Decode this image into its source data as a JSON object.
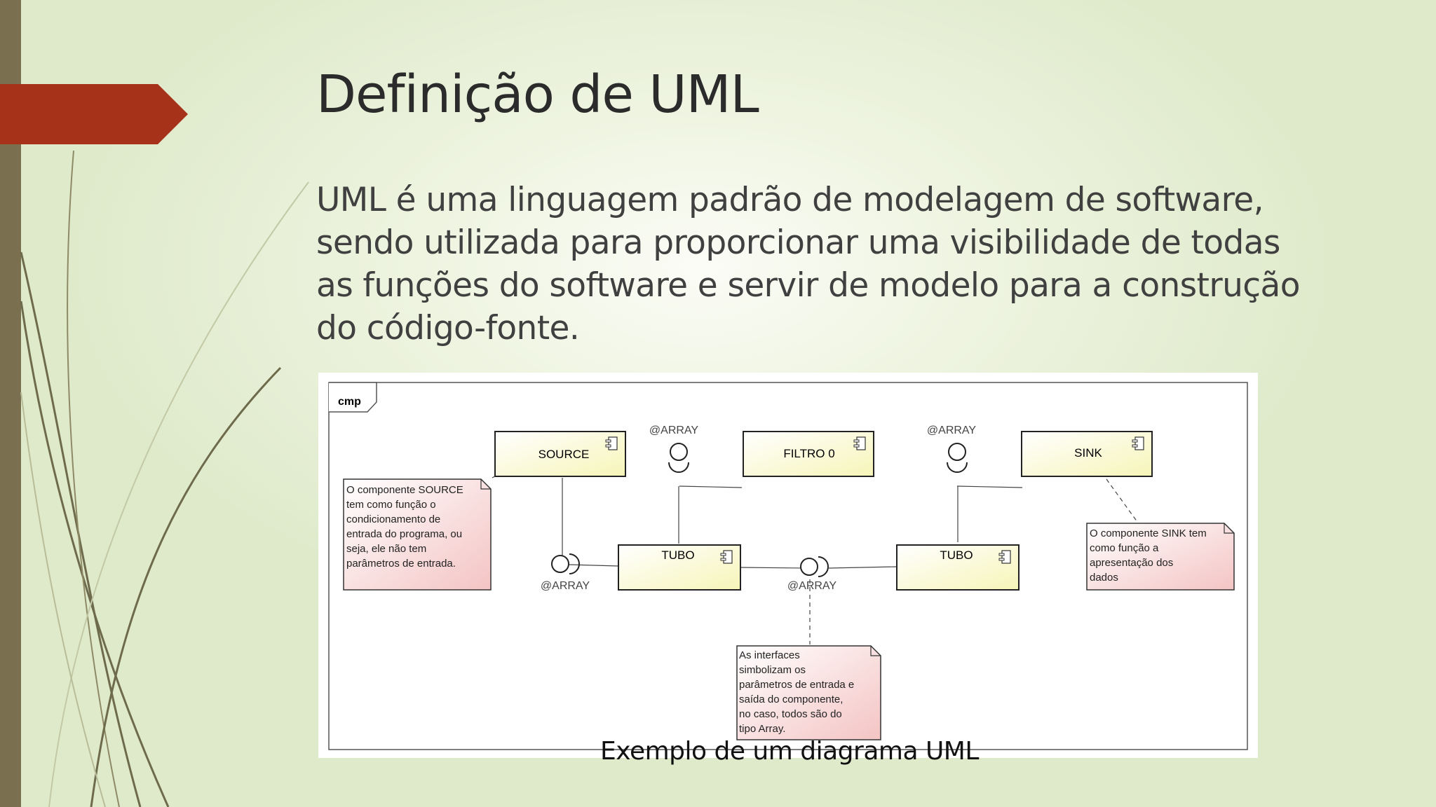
{
  "slide": {
    "title": "Definição de UML",
    "body": "UML é uma linguagem padrão de modelagem de software, sendo utilizada para proporcionar uma visibilidade de todas as funções do software e servir de modelo para a construção do código-fonte.",
    "caption": "Exemplo de um diagrama UML"
  },
  "colors": {
    "accent_arrow": "#a63219",
    "left_bar": "#7a7050",
    "component_fill": "#fdfcd4",
    "note_fill": "#f9d6d6"
  },
  "diagram": {
    "frame_label": "cmp",
    "components": {
      "source": "SOURCE",
      "filtro": "FILTRO 0",
      "sink": "SINK",
      "tubo1": "TUBO",
      "tubo2": "TUBO"
    },
    "interfaces": {
      "top1": "@ARRAY",
      "top2": "@ARRAY",
      "bottom1": "@ARRAY",
      "bottom2": "@ARRAY"
    },
    "notes": {
      "source": [
        "O componente SOURCE",
        "tem como função o",
        "condicionamento de",
        "entrada do programa, ou",
        "seja, ele não tem",
        "parâmetros de entrada."
      ],
      "sink": [
        "O componente SINK tem",
        "como função a",
        "apresentação dos",
        "dados"
      ],
      "interfaces": [
        "As interfaces",
        "simbolizam os",
        "parâmetros de entrada e",
        "saída do componente,",
        "no caso, todos são do",
        "tipo Array."
      ]
    }
  }
}
